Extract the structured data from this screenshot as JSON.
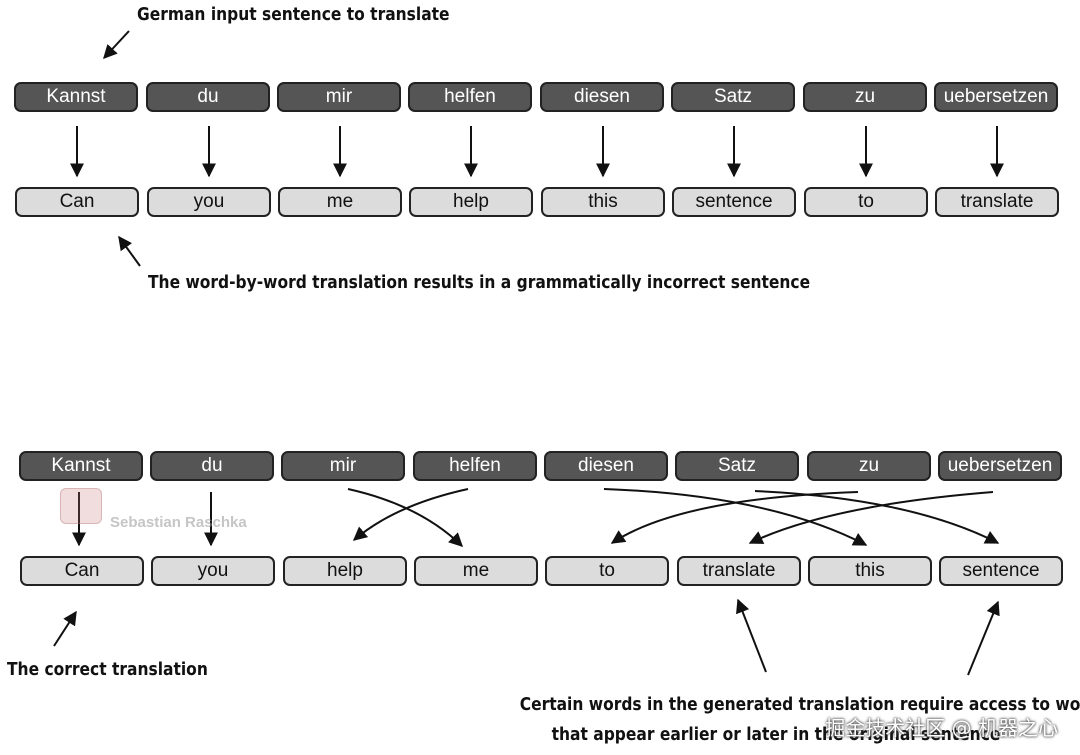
{
  "section1": {
    "german_words": [
      "Kannst",
      "du",
      "mir",
      "helfen",
      "diesen",
      "Satz",
      "zu",
      "uebersetzen"
    ],
    "english_words": [
      "Can",
      "you",
      "me",
      "help",
      "this",
      "sentence",
      "to",
      "translate"
    ],
    "note_top": "German input sentence to translate",
    "note_bottom": "The word-by-word translation results in a grammatically incorrect sentence"
  },
  "section2": {
    "german_words": [
      "Kannst",
      "du",
      "mir",
      "helfen",
      "diesen",
      "Satz",
      "zu",
      "uebersetzen"
    ],
    "english_words": [
      "Can",
      "you",
      "help",
      "me",
      "to",
      "translate",
      "this",
      "sentence"
    ],
    "note_left": "The correct translation",
    "note_bottom_line1": "Certain words in the generated translation require access to words",
    "note_bottom_line2": "that appear earlier or later in the original sentence",
    "mapping": [
      [
        0,
        0
      ],
      [
        1,
        1
      ],
      [
        2,
        3
      ],
      [
        3,
        2
      ],
      [
        4,
        6
      ],
      [
        5,
        7
      ],
      [
        6,
        4
      ],
      [
        7,
        5
      ]
    ]
  },
  "watermark": {
    "text": "Sebastian Raschka"
  },
  "corner_watermark": {
    "text": "掘金技术社区 @ 机器之心"
  },
  "colors": {
    "german_box": "#555555",
    "english_box": "#dcdcdc",
    "border": "#222222"
  }
}
